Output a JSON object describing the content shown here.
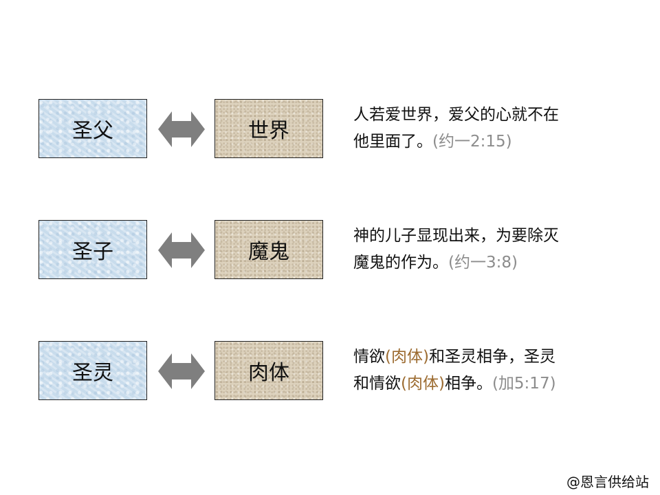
{
  "rows": [
    {
      "left": "圣父",
      "right": "世界",
      "text": [
        {
          "t": "人若爱世界，爱父的心就不在",
          "s": "n"
        },
        {
          "t": "他里面了。",
          "s": "n"
        },
        {
          "t": "(约一2:15)",
          "s": "ref"
        }
      ]
    },
    {
      "left": "圣子",
      "right": "魔鬼",
      "text": [
        {
          "t": "神的儿子显现出来，为要除灭",
          "s": "n"
        },
        {
          "t": "魔鬼的作为。",
          "s": "n"
        },
        {
          "t": "(约一3:8)",
          "s": "ref"
        }
      ]
    },
    {
      "left": "圣灵",
      "right": "肉体",
      "text": [
        {
          "t": "情欲",
          "s": "n"
        },
        {
          "t": "(肉体)",
          "s": "hl"
        },
        {
          "t": "和圣灵相争，圣灵",
          "s": "n"
        },
        {
          "t": "和情欲",
          "s": "n"
        },
        {
          "t": "(肉体)",
          "s": "hl"
        },
        {
          "t": "相争。",
          "s": "n"
        },
        {
          "t": "(加5:17)",
          "s": "ref"
        }
      ]
    }
  ],
  "credit": "@恩言供给站",
  "colors": {
    "ref": "#8c8c8c",
    "highlight": "#9c6b30",
    "arrow": "#7f7f7f"
  }
}
